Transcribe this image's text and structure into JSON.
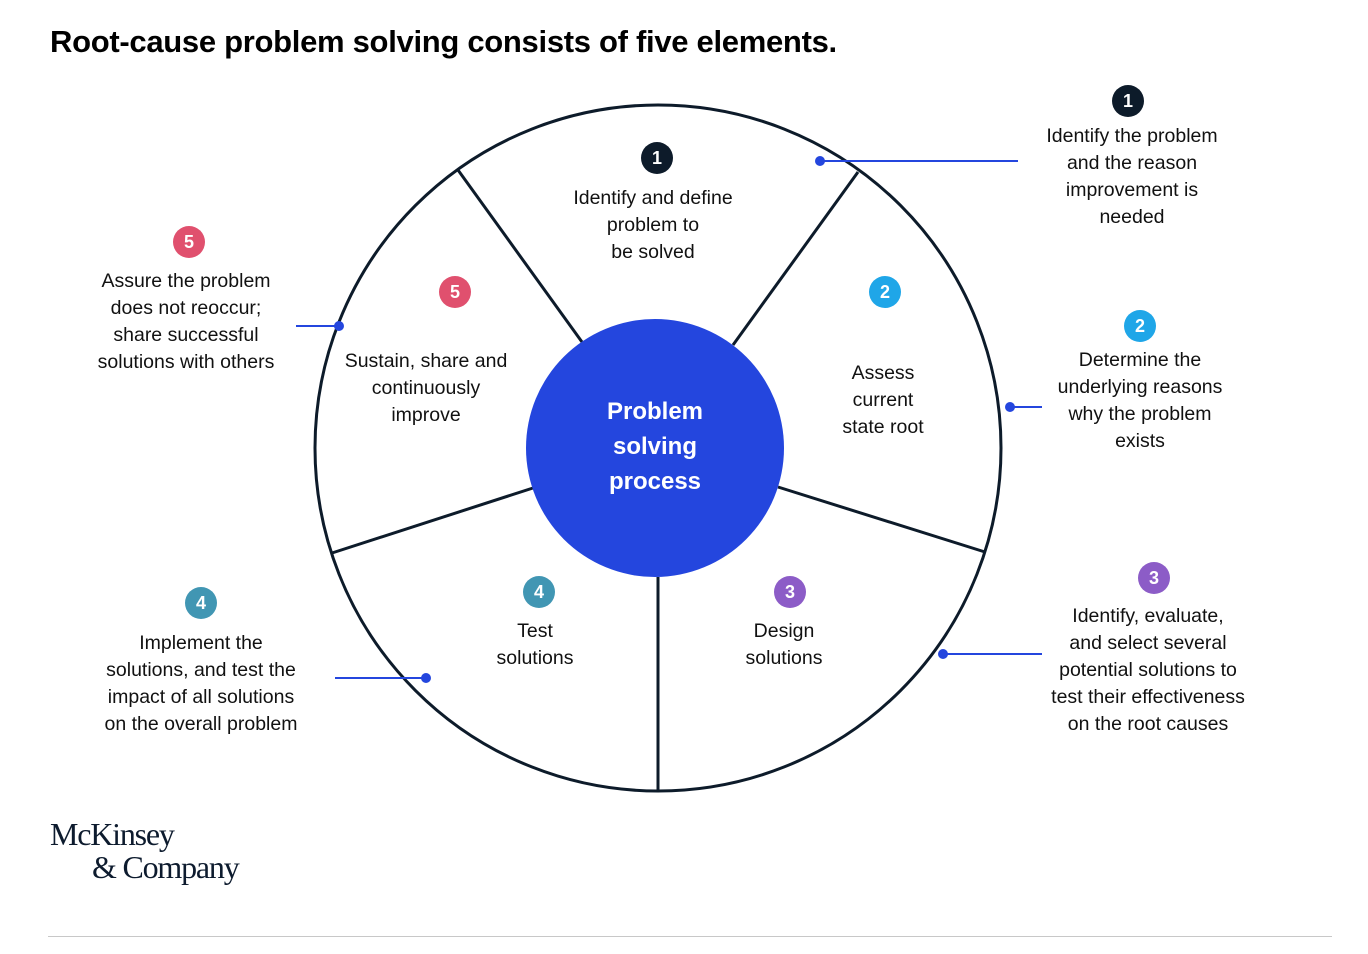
{
  "title": "Root-cause problem solving consists of five elements.",
  "colors": {
    "center": "#2446DE",
    "outline": "#0D1B2A",
    "connector": "#2446DE",
    "step1": "#0D1B2A",
    "step2": "#1FA6E8",
    "step3": "#8C5CC7",
    "step4": "#4196B3",
    "step5": "#E0506E"
  },
  "center": {
    "label": "Problem\nsolving\nprocess"
  },
  "segments": [
    {
      "number": "1",
      "label": "Identify and define\nproblem to\nbe solved"
    },
    {
      "number": "2",
      "label": "Assess\ncurrent\nstate root"
    },
    {
      "number": "3",
      "label": "Design\nsolutions"
    },
    {
      "number": "4",
      "label": "Test\nsolutions"
    },
    {
      "number": "5",
      "label": "Sustain, share and\ncontinuously\nimprove"
    }
  ],
  "callouts": [
    {
      "number": "1",
      "text": "Identify the problem\nand the reason\nimprovement is\nneeded"
    },
    {
      "number": "2",
      "text": "Determine the\nunderlying reasons\nwhy the problem\nexists"
    },
    {
      "number": "3",
      "text": "Identify, evaluate,\nand select several\npotential solutions to\ntest their effectiveness\non the root causes"
    },
    {
      "number": "4",
      "text": "Implement the\nsolutions, and test the\nimpact of all solutions\non the overall problem"
    },
    {
      "number": "5",
      "text": "Assure the problem\ndoes not reoccur;\nshare successful\nsolutions with others"
    }
  ],
  "logo": {
    "line1": "McKinsey",
    "line2": "& Company"
  }
}
